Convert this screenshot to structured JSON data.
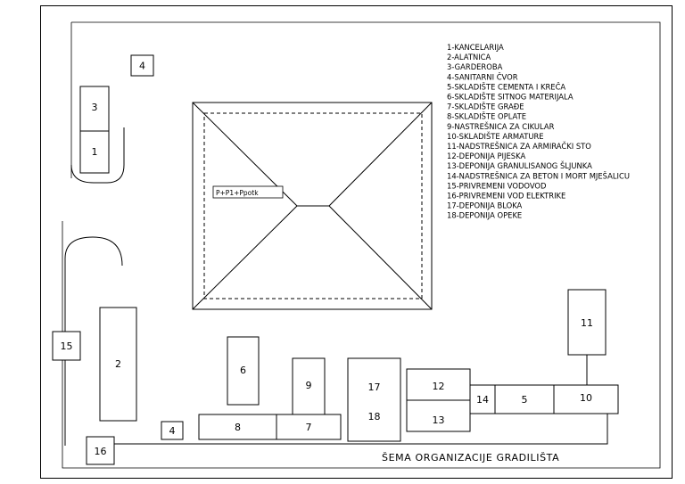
{
  "title": "ŠEMA ORGANIZACIJE GRADILIŠTA",
  "building_label": "P+P1+Ppotk",
  "legend": [
    "1-KANCELARIJA",
    "2-ALATNICA",
    "3-GARDEROBA",
    "4-SANITARNI ČVOR",
    "5-SKLADIŠTE CEMENTA I KREČA",
    "6-SKLADIŠTE SITNOG MATERIJALA",
    "7-SKLADIŠTE GRAĐE",
    "8-SKLADIŠTE OPLATE",
    "9-NASTREŠNICA ZA CIKULAR",
    "10-SKLADIŠTE ARMATURE",
    "11-NADSTREŠNICA ZA ARMIRAČKI STO",
    "12-DEPONIJA PIJESKA",
    "13-DEPONIJA GRANULISANOG ŠLJUNKA",
    "14-NADSTREŠNICA ZA BETON I MORT MJEŠALICU",
    "15-PRIVREMENI VODOVOD",
    "16-PRIVREMENI VOD ELEKTRIKE",
    "17-DEPONIJA BLOKA",
    "18-DEPONIJA OPEKE"
  ],
  "boxes": {
    "b1": "1",
    "b2": "2",
    "b3": "3",
    "b4a": "4",
    "b4b": "4",
    "b5": "5",
    "b6": "6",
    "b7": "7",
    "b8": "8",
    "b9": "9",
    "b10": "10",
    "b11": "11",
    "b12": "12",
    "b13": "13",
    "b14": "14",
    "b15": "15",
    "b16": "16",
    "b17": "17",
    "b18": "18"
  }
}
